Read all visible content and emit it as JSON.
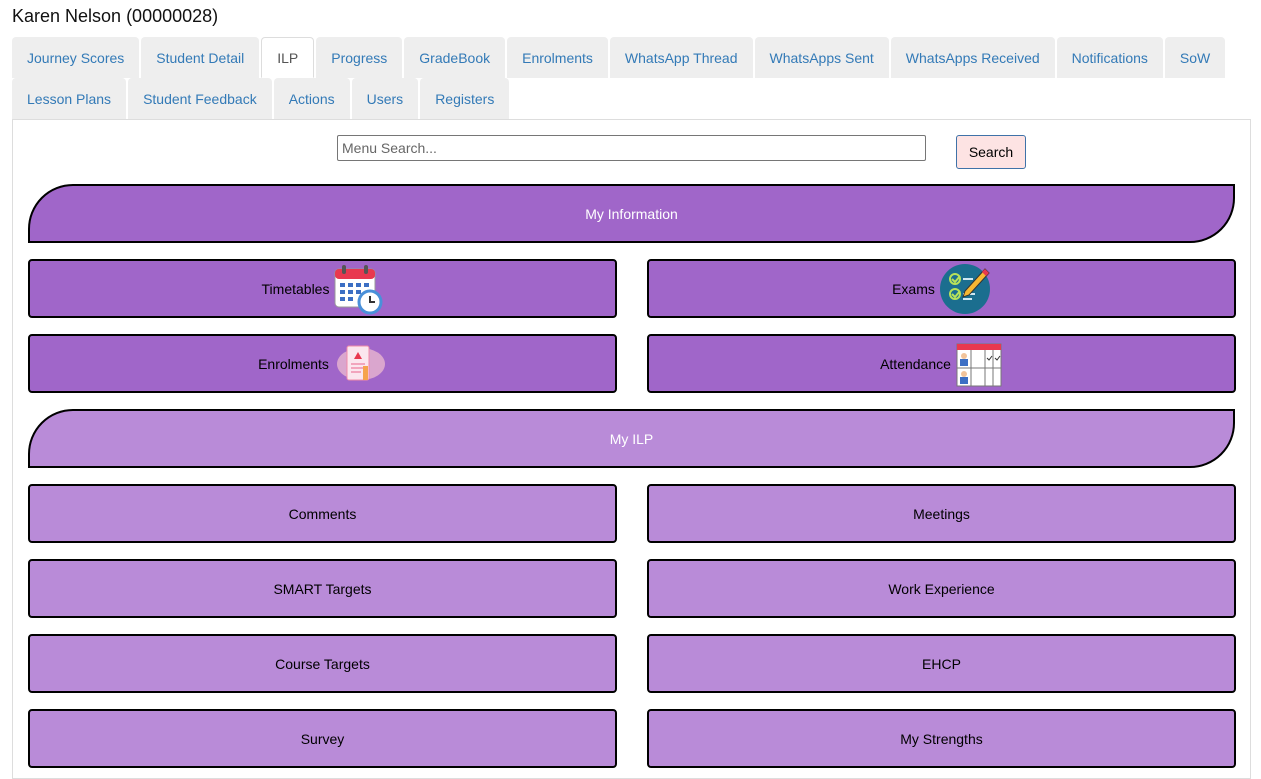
{
  "page": {
    "title": "Karen Nelson (00000028)"
  },
  "tabs": {
    "row1": [
      {
        "label": "Journey Scores"
      },
      {
        "label": "Student Detail"
      },
      {
        "label": "ILP"
      },
      {
        "label": "Progress"
      },
      {
        "label": "GradeBook"
      },
      {
        "label": "Enrolments"
      },
      {
        "label": "WhatsApp Thread"
      },
      {
        "label": "WhatsApps Sent"
      },
      {
        "label": "WhatsApps Received"
      },
      {
        "label": "Notifications"
      },
      {
        "label": "SoW"
      }
    ],
    "row2": [
      {
        "label": "Lesson Plans"
      },
      {
        "label": "Student Feedback"
      },
      {
        "label": "Actions"
      },
      {
        "label": "Users"
      },
      {
        "label": "Registers"
      }
    ],
    "active": "ILP"
  },
  "search": {
    "placeholder": "Menu Search...",
    "value": "",
    "button_label": "Search"
  },
  "sections": [
    {
      "title": "My Information",
      "color": "#a066c9",
      "items": [
        {
          "label": "Timetables",
          "icon": "calendar-clock-icon"
        },
        {
          "label": "Exams",
          "icon": "checklist-pencil-icon"
        },
        {
          "label": "Enrolments",
          "icon": "application-form-icon"
        },
        {
          "label": "Attendance",
          "icon": "attendance-grid-icon"
        }
      ]
    },
    {
      "title": "My ILP",
      "color": "#b98bd8",
      "items": [
        {
          "label": "Comments"
        },
        {
          "label": "Meetings"
        },
        {
          "label": "SMART Targets"
        },
        {
          "label": "Work Experience"
        },
        {
          "label": "Course Targets"
        },
        {
          "label": "EHCP"
        },
        {
          "label": "Survey"
        },
        {
          "label": "My Strengths"
        }
      ]
    }
  ]
}
